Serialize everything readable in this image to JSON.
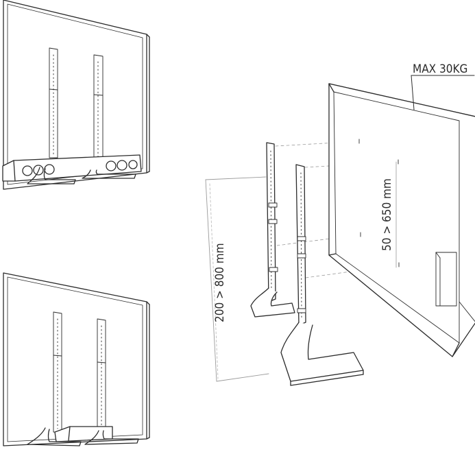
{
  "labels": {
    "max_weight": "MAX 30KG",
    "height_range": "200 > 800 mm",
    "vesa_range": "50 > 650 mm"
  },
  "colors": {
    "line": "#2b2b2b",
    "light_line": "#9a9a9a",
    "fill": "#ffffff",
    "shade": "#ececec"
  }
}
